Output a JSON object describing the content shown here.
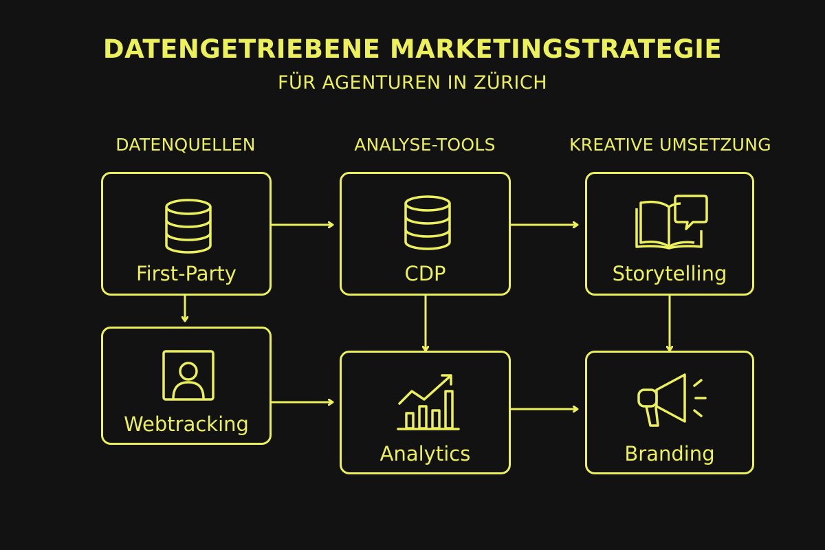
{
  "title": "DATENGETRIEBENE MARKETINGSTRATEGIE",
  "subtitle": "FÜR AGENTUREN IN ZÜRICH",
  "columns": {
    "sources": "DATENQUELLEN",
    "tools": "ANALYSE-TOOLS",
    "creative": "KREATIVE UMSETZUNG"
  },
  "nodes": {
    "first_party": {
      "label": "First-Party",
      "icon": "database-icon"
    },
    "webtracking": {
      "label": "Webtracking",
      "icon": "user-portrait-icon"
    },
    "cdp": {
      "label": "CDP",
      "icon": "database-icon"
    },
    "analytics": {
      "label": "Analytics",
      "icon": "chart-growth-icon"
    },
    "storytelling": {
      "label": "Storytelling",
      "icon": "book-speech-icon"
    },
    "branding": {
      "label": "Branding",
      "icon": "megaphone-icon"
    }
  },
  "colors": {
    "accent": "#ecf05a",
    "background": "#121212"
  }
}
